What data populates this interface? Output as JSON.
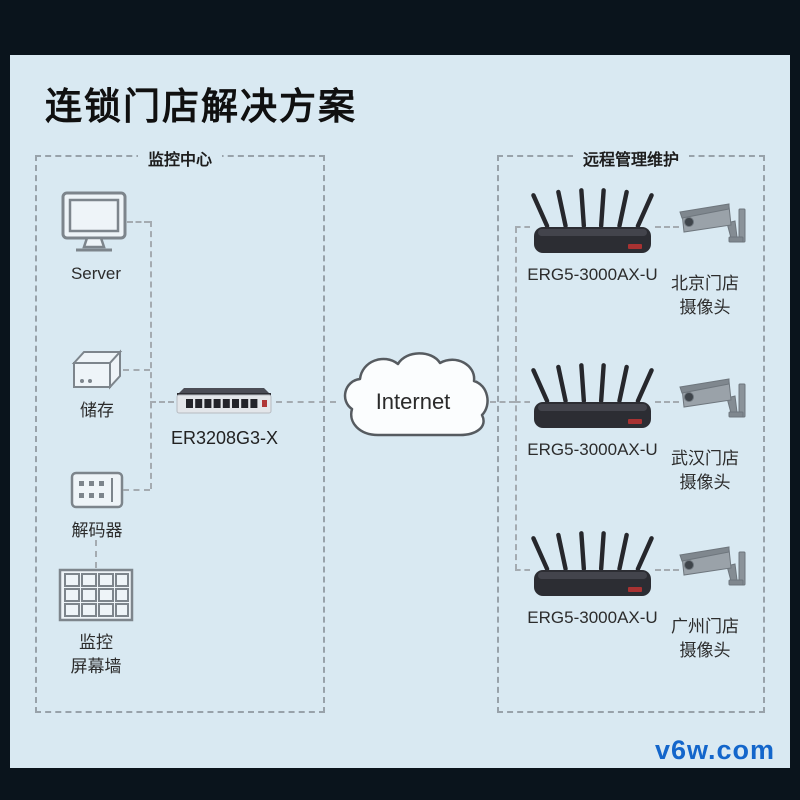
{
  "title": "连锁门店解决方案",
  "watermark": "v6w.com",
  "cloud": {
    "label": "Internet"
  },
  "monitoring_center": {
    "box_label": "监控中心",
    "server_label": "Server",
    "storage_label": "储存",
    "decoder_label": "解码器",
    "wall_label_line1": "监控",
    "wall_label_line2": "屏幕墙",
    "gateway_label": "ER3208G3-X"
  },
  "remote_management": {
    "box_label": "远程管理维护",
    "branches": [
      {
        "router_label": "ERG5-3000AX-U",
        "store_line1": "北京门店",
        "store_line2": "摄像头"
      },
      {
        "router_label": "ERG5-3000AX-U",
        "store_line1": "武汉门店",
        "store_line2": "摄像头"
      },
      {
        "router_label": "ERG5-3000AX-U",
        "store_line1": "广州门店",
        "store_line2": "摄像头"
      }
    ]
  },
  "icons": [
    "monitor-icon",
    "storage-icon",
    "decoder-icon",
    "screen-wall-icon",
    "gateway-router-icon",
    "cloud-icon",
    "wifi-router-icon",
    "cctv-camera-icon"
  ],
  "colors": {
    "frame": "#0a141c",
    "panel": "#d9e9f2",
    "dashed_line": "#a4abb1",
    "watermark_blue": "#1366cb",
    "device_dark": "#2c2d33",
    "camera_gray": "#9aa2a9"
  }
}
